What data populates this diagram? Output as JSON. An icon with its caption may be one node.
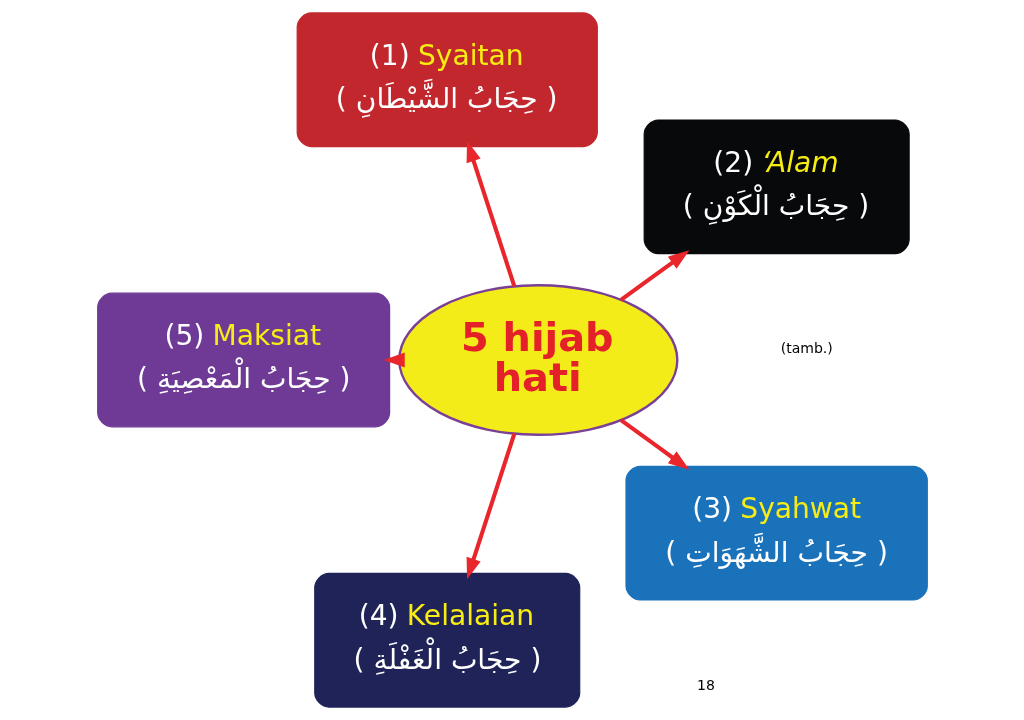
{
  "diagram": {
    "nodes": [
      {
        "text": [
          "(1) Syaitan",
          "( حِجَابُ الشَّيْطَانِ )"
        ]
      },
      {
        "text": [
          "(2) ‘Alam",
          "( حِجَابُ الْكَوْنِ )"
        ]
      },
      {
        "text": [
          "5 hijab hati"
        ]
      },
      {
        "text": [
          "(3) Syahwat",
          "( حِجَابُ الشَّهَوَاتِ )"
        ]
      },
      {
        "text": [
          "(5) Maksiat",
          "( حِجَابُ الْمَعْصِيَةِ )"
        ]
      },
      {
        "text": [
          "(4) Kelalaian",
          "( حِجَابُ الْغَفْلَةِ )"
        ]
      }
    ],
    "edges": [
      {
        "from": 2,
        "to": 0,
        "arrow": "to"
      },
      {
        "from": 2,
        "to": 1,
        "arrow": "to"
      },
      {
        "from": 2,
        "to": 3,
        "arrow": "to"
      },
      {
        "from": 2,
        "to": 5,
        "arrow": "to"
      },
      {
        "from": 2,
        "to": 4,
        "arrow": "to"
      }
    ],
    "labels": [
      "(tamb.)",
      "18"
    ]
  }
}
